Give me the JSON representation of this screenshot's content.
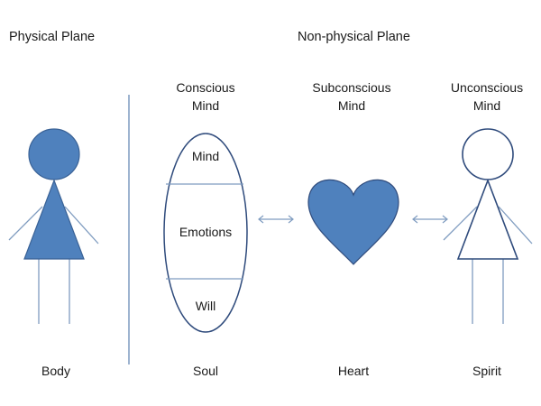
{
  "planes": {
    "physical": "Physical Plane",
    "non_physical": "Non-physical Plane"
  },
  "columns": [
    {
      "heading_line1": "",
      "heading_line2": "",
      "label": "Body",
      "figure": "filled-stick-figure-icon"
    },
    {
      "heading_line1": "Conscious",
      "heading_line2": "Mind",
      "label": "Soul",
      "figure": "divided-oval",
      "sections": [
        "Mind",
        "Emotions",
        "Will"
      ]
    },
    {
      "heading_line1": "Subconscious",
      "heading_line2": "Mind",
      "label": "Heart",
      "figure": "heart-icon"
    },
    {
      "heading_line1": "Unconscious",
      "heading_line2": "Mind",
      "label": "Spirit",
      "figure": "outline-stick-figure-icon"
    }
  ],
  "connectors": [
    "double-arrow-icon",
    "double-arrow-icon"
  ],
  "colors": {
    "fill": "#4f81bd",
    "outline": "#2f4b7c",
    "line": "#7f9cc0",
    "text": "#1a1a1a"
  }
}
